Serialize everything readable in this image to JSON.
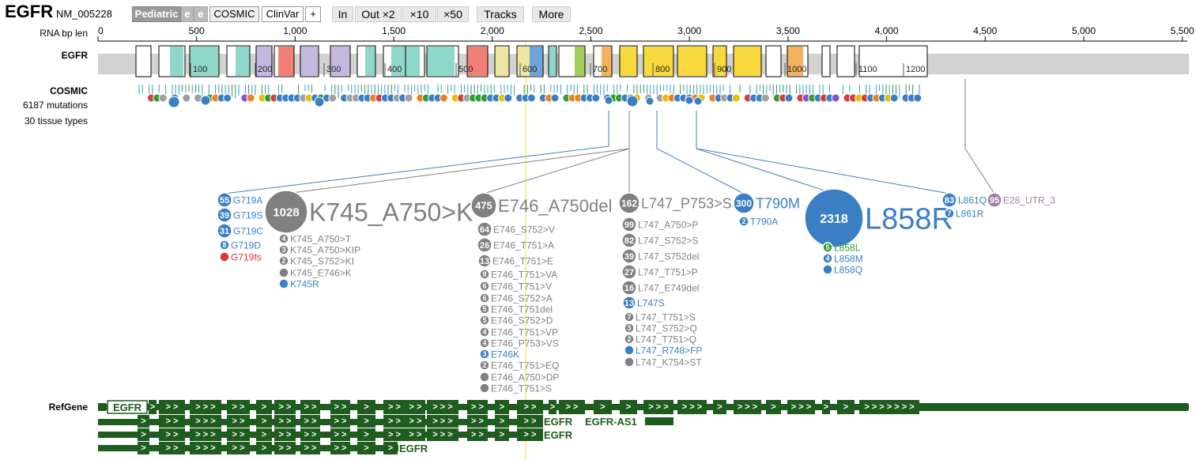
{
  "header": {
    "gene": "EGFR",
    "accession": "NM_005228",
    "buttons": {
      "pediatric": "Pediatric",
      "e1": "e",
      "e2": "e",
      "cosmic": "COSMIC",
      "clinvar": "ClinVar",
      "plus": "+"
    },
    "zoom": {
      "in": "In",
      "out2": "Out ×2",
      "x10": "×10",
      "x50": "×50"
    },
    "tracks": "Tracks",
    "more": "More"
  },
  "ruler": {
    "label": "RNA bp len",
    "ticks": [
      "0",
      "500",
      "1,000",
      "1,500",
      "2,000",
      "2,500",
      "3,000",
      "3,500",
      "4,000",
      "4,500",
      "5,000",
      "5,500"
    ]
  },
  "protein": {
    "label": "EGFR",
    "aa_ticks": [
      "100",
      "200",
      "300",
      "400",
      "500",
      "600",
      "700",
      "800",
      "900",
      "1000",
      "1100",
      "1200"
    ]
  },
  "cosmic": {
    "label": "COSMIC",
    "mutations": "6187 mutations",
    "tissues": "30 tissue types"
  },
  "clusters": [
    {
      "count": "55",
      "label": "G719A",
      "color": "#3a7fc4"
    },
    {
      "count": "39",
      "label": "G719S",
      "color": "#3a7fc4"
    },
    {
      "count": "31",
      "label": "G719C",
      "color": "#3a7fc4"
    },
    {
      "count": "8",
      "label": "G719D",
      "color": "#3a7fc4"
    },
    {
      "count": "",
      "label": "G719fs",
      "color": "#e2322f"
    },
    {
      "count": "1028",
      "label": "K745_A750>K",
      "color": "#808080"
    },
    {
      "count": "4",
      "label": "K745_A750>T",
      "color": "#808080"
    },
    {
      "count": "3",
      "label": "K745_A750>KIP",
      "color": "#808080"
    },
    {
      "count": "2",
      "label": "K745_S752>KI",
      "color": "#808080"
    },
    {
      "count": "",
      "label": "K745_E746>K",
      "color": "#808080"
    },
    {
      "count": "",
      "label": "K745R",
      "color": "#3a7fc4"
    },
    {
      "count": "475",
      "label": "E746_A750del",
      "color": "#808080"
    },
    {
      "count": "64",
      "label": "E746_S752>V",
      "color": "#808080"
    },
    {
      "count": "26",
      "label": "E746_T751>A",
      "color": "#808080"
    },
    {
      "count": "13",
      "label": "E746_T751>E",
      "color": "#808080"
    },
    {
      "count": "8",
      "label": "E746_T751>VA",
      "color": "#808080"
    },
    {
      "count": "6",
      "label": "E746_T751>V",
      "color": "#808080"
    },
    {
      "count": "6",
      "label": "E746_S752>A",
      "color": "#808080"
    },
    {
      "count": "5",
      "label": "E746_T751del",
      "color": "#808080"
    },
    {
      "count": "5",
      "label": "E746_S752>D",
      "color": "#808080"
    },
    {
      "count": "4",
      "label": "E746_T751>VP",
      "color": "#808080"
    },
    {
      "count": "4",
      "label": "E746_P753>VS",
      "color": "#808080"
    },
    {
      "count": "3",
      "label": "E746K",
      "color": "#3a7fc4"
    },
    {
      "count": "2",
      "label": "E746_T751>EQ",
      "color": "#808080"
    },
    {
      "count": "",
      "label": "E746_A750>DP",
      "color": "#808080"
    },
    {
      "count": "",
      "label": "E746_T751>S",
      "color": "#808080"
    },
    {
      "count": "162",
      "label": "L747_P753>S",
      "color": "#808080"
    },
    {
      "count": "99",
      "label": "L747_A750>P",
      "color": "#808080"
    },
    {
      "count": "82",
      "label": "L747_S752>S",
      "color": "#808080"
    },
    {
      "count": "39",
      "label": "L747_S752del",
      "color": "#808080"
    },
    {
      "count": "27",
      "label": "L747_T751>P",
      "color": "#808080"
    },
    {
      "count": "16",
      "label": "L747_E749del",
      "color": "#808080"
    },
    {
      "count": "13",
      "label": "L747S",
      "color": "#3a7fc4"
    },
    {
      "count": "7",
      "label": "L747_T751>S",
      "color": "#808080"
    },
    {
      "count": "3",
      "label": "L747_S752>Q",
      "color": "#808080"
    },
    {
      "count": "2",
      "label": "L747_T751>Q",
      "color": "#808080"
    },
    {
      "count": "",
      "label": "L747_R748>FP",
      "color": "#3a7fc4"
    },
    {
      "count": "",
      "label": "L747_K754>ST",
      "color": "#808080"
    },
    {
      "count": "300",
      "label": "T790M",
      "color": "#3a7fc4"
    },
    {
      "count": "2",
      "label": "T790A",
      "color": "#3a7fc4"
    },
    {
      "count": "2318",
      "label": "L858R",
      "color": "#3a7fc4"
    },
    {
      "count": "5",
      "label": "L858L",
      "color": "#2e9e2e"
    },
    {
      "count": "4",
      "label": "L858M",
      "color": "#3a7fc4"
    },
    {
      "count": "",
      "label": "L858Q",
      "color": "#3a7fc4"
    },
    {
      "count": "83",
      "label": "L861Q",
      "color": "#3a7fc4"
    },
    {
      "count": "7",
      "label": "L861R",
      "color": "#3a7fc4"
    },
    {
      "count": "95",
      "label": "E28_UTR_3",
      "color": "#a07fa0"
    }
  ],
  "refgene": {
    "label": "RefGene",
    "row1_name": "EGFR",
    "row2_name": "EGFR",
    "row2_name2": "EGFR-AS1",
    "row3_name": "EGFR",
    "row4_name": "EGFR",
    "arrows": ">"
  },
  "colors": {
    "gene_green": "#1f5c1f",
    "blue": "#3a7fc4",
    "grey": "#808080",
    "highlight": "#f3f399"
  }
}
